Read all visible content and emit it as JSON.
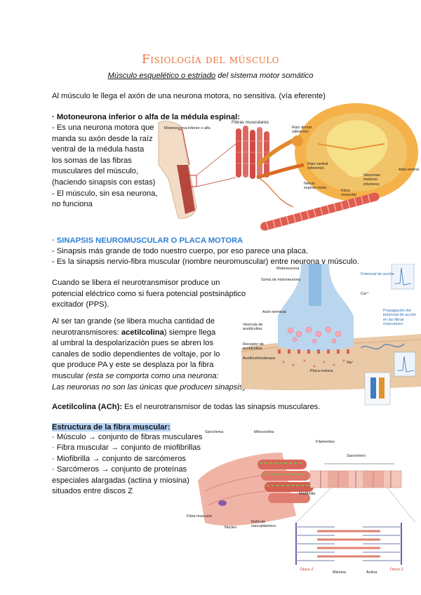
{
  "header": {
    "title": "Fisiología del músculo",
    "subtitle_part1": "Músculo esquelético o estriado",
    "subtitle_part2": " del sistema motor somático"
  },
  "intro": "Al músculo le llega el axón de una neurona motora, no sensitiva. (vía eferente)",
  "motoneurona": {
    "heading": "· Motoneurona inferior o alfa de la médula espinal:",
    "lines": [
      "- Es una neurona motora que",
      "manda su axón desde la raíz",
      "ventral de la médula hasta",
      "los somas de las fibras",
      "musculares del músculo,",
      "(haciendo sinapsis con estas)",
      "- El músculo, sin esa neurona,",
      "no funciona"
    ]
  },
  "fig1": {
    "motoneurona_label": "Motoneurona inferior o alfa",
    "fibras_label": "Fibras musculares",
    "raiz_dorsal": "Raíz dorsal (aferente)",
    "raiz_ventral": "Raíz ventral (eferente)",
    "nervio_espinal": "Nervio espinal mixto",
    "neuronas_motoras": "Neuronas motoras inferiores",
    "asta_ventral": "Asta ventral",
    "fibra_muscular": "Fibra muscular"
  },
  "sinapsis": {
    "heading": "· SINAPSIS NEUROMUSCULAR O PLACA MOTORA",
    "line1": "- Sinapsis más grande de todo nuestro cuerpo, por eso parece una placa.",
    "line2": "- Es la sinapsis nervio-fibra muscular (nombre neuromuscular) entre neurona y músculo.",
    "para1": [
      "Cuando se libera el neurotransmisor produce un",
      "potencial eléctrico como si fuera potencial postsináptico",
      "excitador (PPS)."
    ],
    "para2_l1": "Al ser tan grande (se libera mucha cantidad de",
    "para2_l2a": "neurotransmisores: ",
    "para2_l2b": "acetilcolina",
    "para2_l2c": ") siempre llega",
    "para2_rest": [
      "al umbral la despolarización pues se abren los",
      "canales de sodio dependientes de voltaje, por lo",
      "que produce PA y este se desplaza por la fibra"
    ],
    "para2_last_a": "muscular ",
    "para2_last_b": "(esta se comporta como una neurona:",
    "para2_last_c": "Las neuronas no son las únicas que producen sinapsis)"
  },
  "fig2": {
    "motoneurona": "Motoneurona",
    "soma": "Soma de motoneurona",
    "axon": "Axón terminal",
    "vesicula": "Vesícula de acetilcolina",
    "receptor": "Receptor de acetilcolina",
    "acetil": "Acetilcolinesterasa",
    "placa": "Placa motora",
    "potencial": "Potencial de acción",
    "propagacion": "Propagación del potencial de acción en las fibras musculares",
    "ca": "Ca²⁺",
    "na": "Na⁺"
  },
  "acetilcolina": {
    "bold": "Acetilcolina (ACh):",
    "rest": " Es el neurotransmisor de todas las sinapsis musculares."
  },
  "estructura": {
    "heading": "Estructura de la fibra muscular:",
    "lines": [
      "· Músculo → conjunto de fibras musculares",
      "· Fibra muscular →  conjunto de miofibrillas",
      "· Miofibrilla → conjunto de sarcómeros",
      "· Sarcómeros → conjunto de proteínas",
      "especiales alargadas (actina y miosina)",
      "situados entre discos Z"
    ]
  },
  "fig3": {
    "sarcolema": "Sarcolema",
    "mitocondria": "Mitocondria",
    "filamentos": "Filamentos",
    "sarcomero": "Sarcómero",
    "miofibrilla": "Miofibrilla",
    "fibra": "Fibra muscular",
    "nucleo": "Núcleo",
    "reticulo": "Retículo sarcoplásmico",
    "disco_z1": "Disco Z",
    "miosina": "Miosina",
    "actina": "Actina",
    "disco_z2": "Disco Z"
  }
}
